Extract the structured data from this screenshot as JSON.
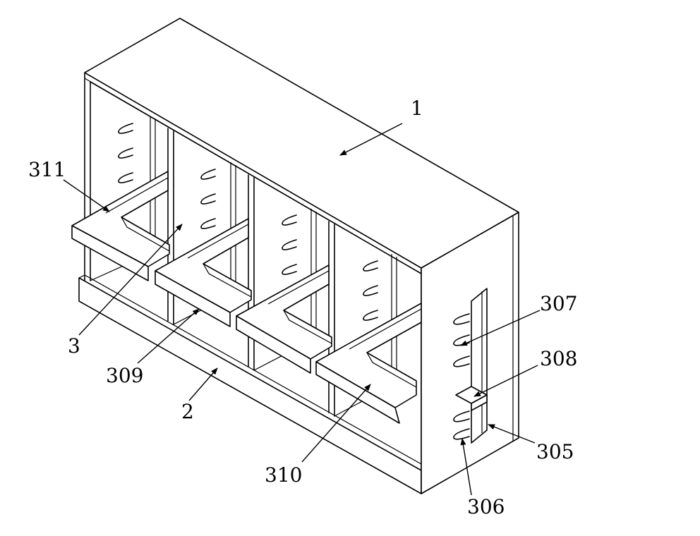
{
  "figure": {
    "labels": {
      "l1": "1",
      "l2": "2",
      "l3": "3",
      "l305": "305",
      "l306": "306",
      "l307": "307",
      "l308": "308",
      "l309": "309",
      "l310": "310",
      "l311": "311"
    }
  }
}
